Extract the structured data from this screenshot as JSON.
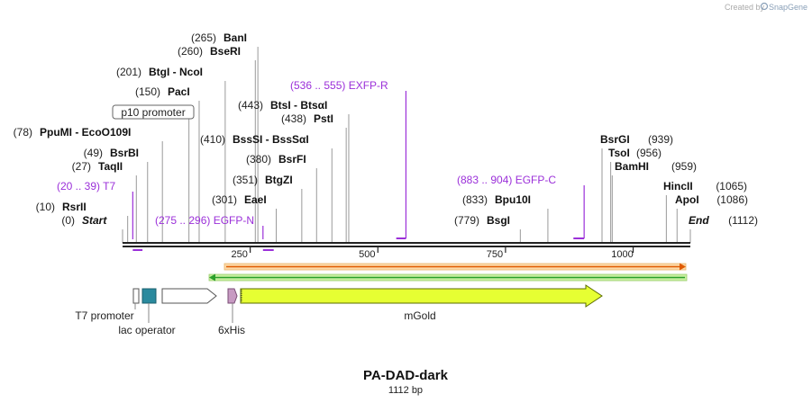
{
  "credit": {
    "prefix": "Created by",
    "brand": "SnapGene"
  },
  "title": "PA-DAD-dark",
  "length_label": "1112 bp",
  "sequence_length": 1112,
  "colors": {
    "primer": "#9b30d9",
    "backbone": "#222222",
    "mgold": "#e6ff33",
    "lac_operator": "#2a8a9e",
    "his_tag": "#c79ac2",
    "orf_forward": "#e05a00",
    "orf_reverse": "#2ca02c"
  },
  "scale": {
    "ticks": [
      {
        "label": "250",
        "bp": 250
      },
      {
        "label": "500",
        "bp": 500
      },
      {
        "label": "750",
        "bp": 750
      },
      {
        "label": "1000",
        "bp": 1000
      }
    ]
  },
  "sites": [
    {
      "pos": "(265)",
      "name": "BanI",
      "bp": 265
    },
    {
      "pos": "(260)",
      "name": "BseRI",
      "bp": 260
    },
    {
      "pos": "(201)",
      "name": "BtgI - NcoI",
      "bp": 201
    },
    {
      "pos": "(150)",
      "name": "PacI",
      "bp": 150
    },
    {
      "pos": "",
      "name": "p10 promoter",
      "bp": 130,
      "boxed": true
    },
    {
      "pos": "(78)",
      "name": "PpuMI - EcoO109I",
      "bp": 78
    },
    {
      "pos": "(49)",
      "name": "BsrBI",
      "bp": 49
    },
    {
      "pos": "(27)",
      "name": "TaqII",
      "bp": 27
    },
    {
      "pos": "(10)",
      "name": "RsrII",
      "bp": 10
    },
    {
      "pos": "(0)",
      "name": "Start",
      "bp": 0,
      "italic": true
    },
    {
      "pos": "(443)",
      "name": "BtsI - BtsαI",
      "bp": 443
    },
    {
      "pos": "(438)",
      "name": "PstI",
      "bp": 438
    },
    {
      "pos": "(410)",
      "name": "BssSI - BssSαI",
      "bp": 410
    },
    {
      "pos": "(380)",
      "name": "BsrFI",
      "bp": 380
    },
    {
      "pos": "(351)",
      "name": "BtgZI",
      "bp": 351
    },
    {
      "pos": "(301)",
      "name": "EaeI",
      "bp": 301
    },
    {
      "pos": "(779)",
      "name": "BsgI",
      "bp": 779
    },
    {
      "pos": "(833)",
      "name": "Bpu10I",
      "bp": 833
    },
    {
      "pos": "(939)",
      "name": "BsrGI",
      "bp": 939
    },
    {
      "pos": "(956)",
      "name": "TsoI",
      "bp": 956
    },
    {
      "pos": "(959)",
      "name": "BamHI",
      "bp": 959
    },
    {
      "pos": "(1065)",
      "name": "HincII",
      "bp": 1065
    },
    {
      "pos": "(1086)",
      "name": "ApoI",
      "bp": 1086
    },
    {
      "pos": "(1112)",
      "name": "End",
      "bp": 1112,
      "italic": true
    }
  ],
  "primers": [
    {
      "label": "(536 .. 555)  EXFP-R",
      "start": 536,
      "end": 555,
      "strand": "reverse"
    },
    {
      "label": "(20 .. 39)  T7",
      "start": 20,
      "end": 39,
      "strand": "forward"
    },
    {
      "label": "(275 .. 296)  EGFP-N",
      "start": 275,
      "end": 296,
      "strand": "forward"
    },
    {
      "label": "(883 .. 904)  EGFP-C",
      "start": 883,
      "end": 904,
      "strand": "reverse"
    }
  ],
  "features": [
    {
      "name": "T7 promoter"
    },
    {
      "name": "lac operator"
    },
    {
      "name": "6xHis"
    },
    {
      "name": "mGold"
    }
  ]
}
